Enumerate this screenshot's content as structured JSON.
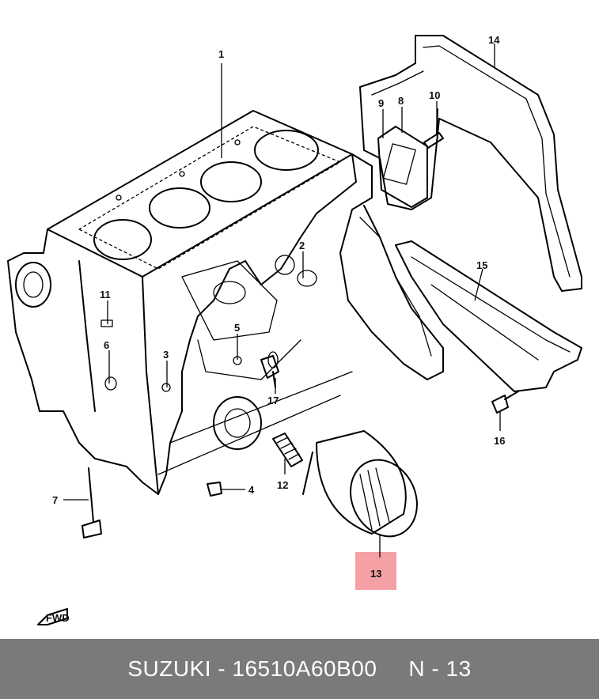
{
  "callouts": {
    "p1": "1",
    "p2": "2",
    "p3": "3",
    "p4": "4",
    "p5": "5",
    "p6": "6",
    "p7": "7",
    "p8": "8",
    "p9": "9",
    "p10": "10",
    "p11": "11",
    "p12": "12",
    "p13": "13",
    "p14": "14",
    "p15": "15",
    "p16": "16",
    "p17": "17"
  },
  "direction_marker": "FWD",
  "highlight_color": "#f4a0a4",
  "footer": {
    "brand_part": "SUZUKI - 16510A60B00",
    "ref": "N - 13"
  }
}
